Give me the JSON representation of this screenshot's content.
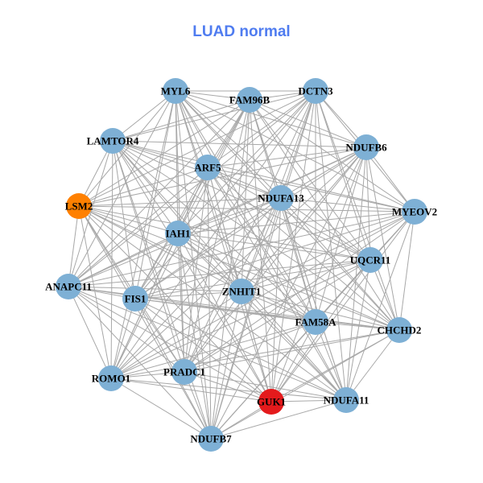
{
  "title": "LUAD normal",
  "colors": {
    "title": "#4f7cf0",
    "default_node": "#7eb0d5",
    "edge": "#a8a8a8"
  },
  "nodes": [
    {
      "id": "MYL6",
      "color": "#7eb0d5"
    },
    {
      "id": "FAM96B",
      "color": "#7eb0d5"
    },
    {
      "id": "DCTN3",
      "color": "#7eb0d5"
    },
    {
      "id": "LAMTOR4",
      "color": "#7eb0d5"
    },
    {
      "id": "NDUFB6",
      "color": "#7eb0d5"
    },
    {
      "id": "ARF5",
      "color": "#7eb0d5"
    },
    {
      "id": "NDUFA13",
      "color": "#7eb0d5"
    },
    {
      "id": "LSM2",
      "color": "#ff8000"
    },
    {
      "id": "MYEOV2",
      "color": "#7eb0d5"
    },
    {
      "id": "IAH1",
      "color": "#7eb0d5"
    },
    {
      "id": "UQCR11",
      "color": "#7eb0d5"
    },
    {
      "id": "ANAPC11",
      "color": "#7eb0d5"
    },
    {
      "id": "FIS1",
      "color": "#7eb0d5"
    },
    {
      "id": "ZNHIT1",
      "color": "#7eb0d5"
    },
    {
      "id": "FAM58A",
      "color": "#7eb0d5"
    },
    {
      "id": "CHCHD2",
      "color": "#7eb0d5"
    },
    {
      "id": "ROMO1",
      "color": "#7eb0d5"
    },
    {
      "id": "PRADC1",
      "color": "#7eb0d5"
    },
    {
      "id": "GUK1",
      "color": "#e41a1c"
    },
    {
      "id": "NDUFA11",
      "color": "#7eb0d5"
    },
    {
      "id": "NDUFB7",
      "color": "#7eb0d5"
    }
  ]
}
